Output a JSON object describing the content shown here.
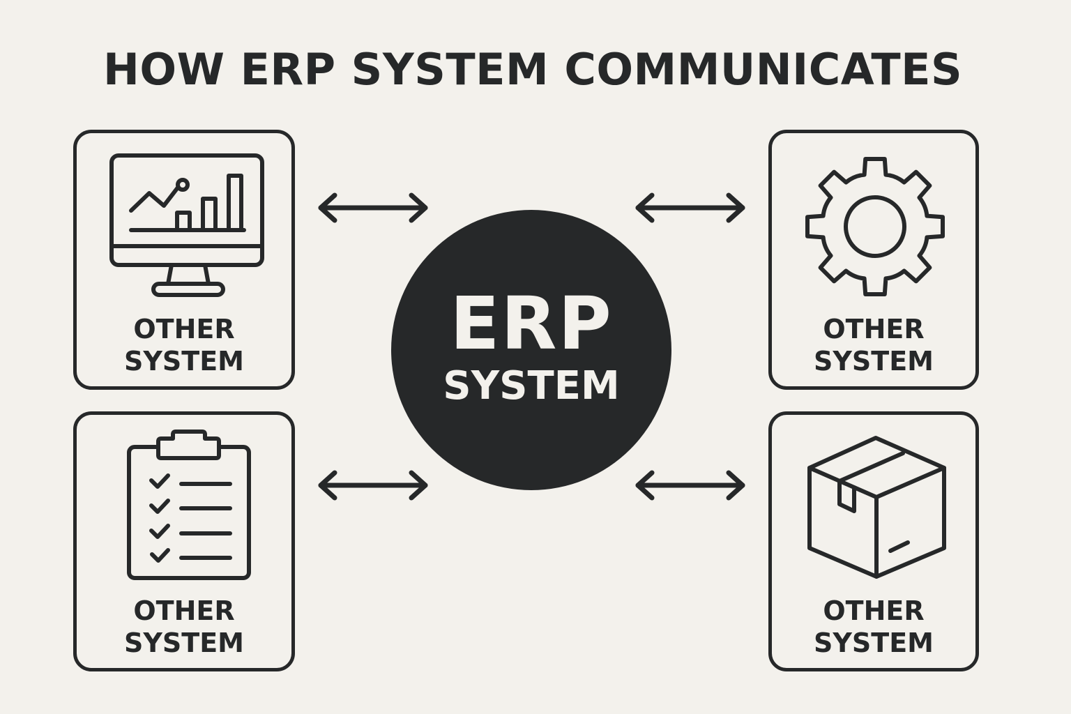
{
  "title": "HOW ERP SYSTEM COMMUNICATES",
  "hub": {
    "line1": "ERP",
    "line2": "SYSTEM",
    "icon": "circle"
  },
  "nodes": [
    {
      "position": "top-left",
      "icon": "monitor-chart-icon",
      "line1": "OTHER",
      "line2": "SYSTEM"
    },
    {
      "position": "top-right",
      "icon": "gear-icon",
      "line1": "OTHER",
      "line2": "SYSTEM"
    },
    {
      "position": "bottom-left",
      "icon": "clipboard-checklist-icon",
      "line1": "OTHER",
      "line2": "SYSTEM"
    },
    {
      "position": "bottom-right",
      "icon": "package-box-icon",
      "line1": "OTHER",
      "line2": "SYSTEM"
    }
  ],
  "connections": [
    {
      "from": "top-left",
      "to": "hub",
      "direction": "bidirectional"
    },
    {
      "from": "top-right",
      "to": "hub",
      "direction": "bidirectional"
    },
    {
      "from": "bottom-left",
      "to": "hub",
      "direction": "bidirectional"
    },
    {
      "from": "bottom-right",
      "to": "hub",
      "direction": "bidirectional"
    }
  ],
  "colors": {
    "background": "#f3f1ec",
    "ink": "#262829",
    "hub_text": "#f3f1ec"
  }
}
